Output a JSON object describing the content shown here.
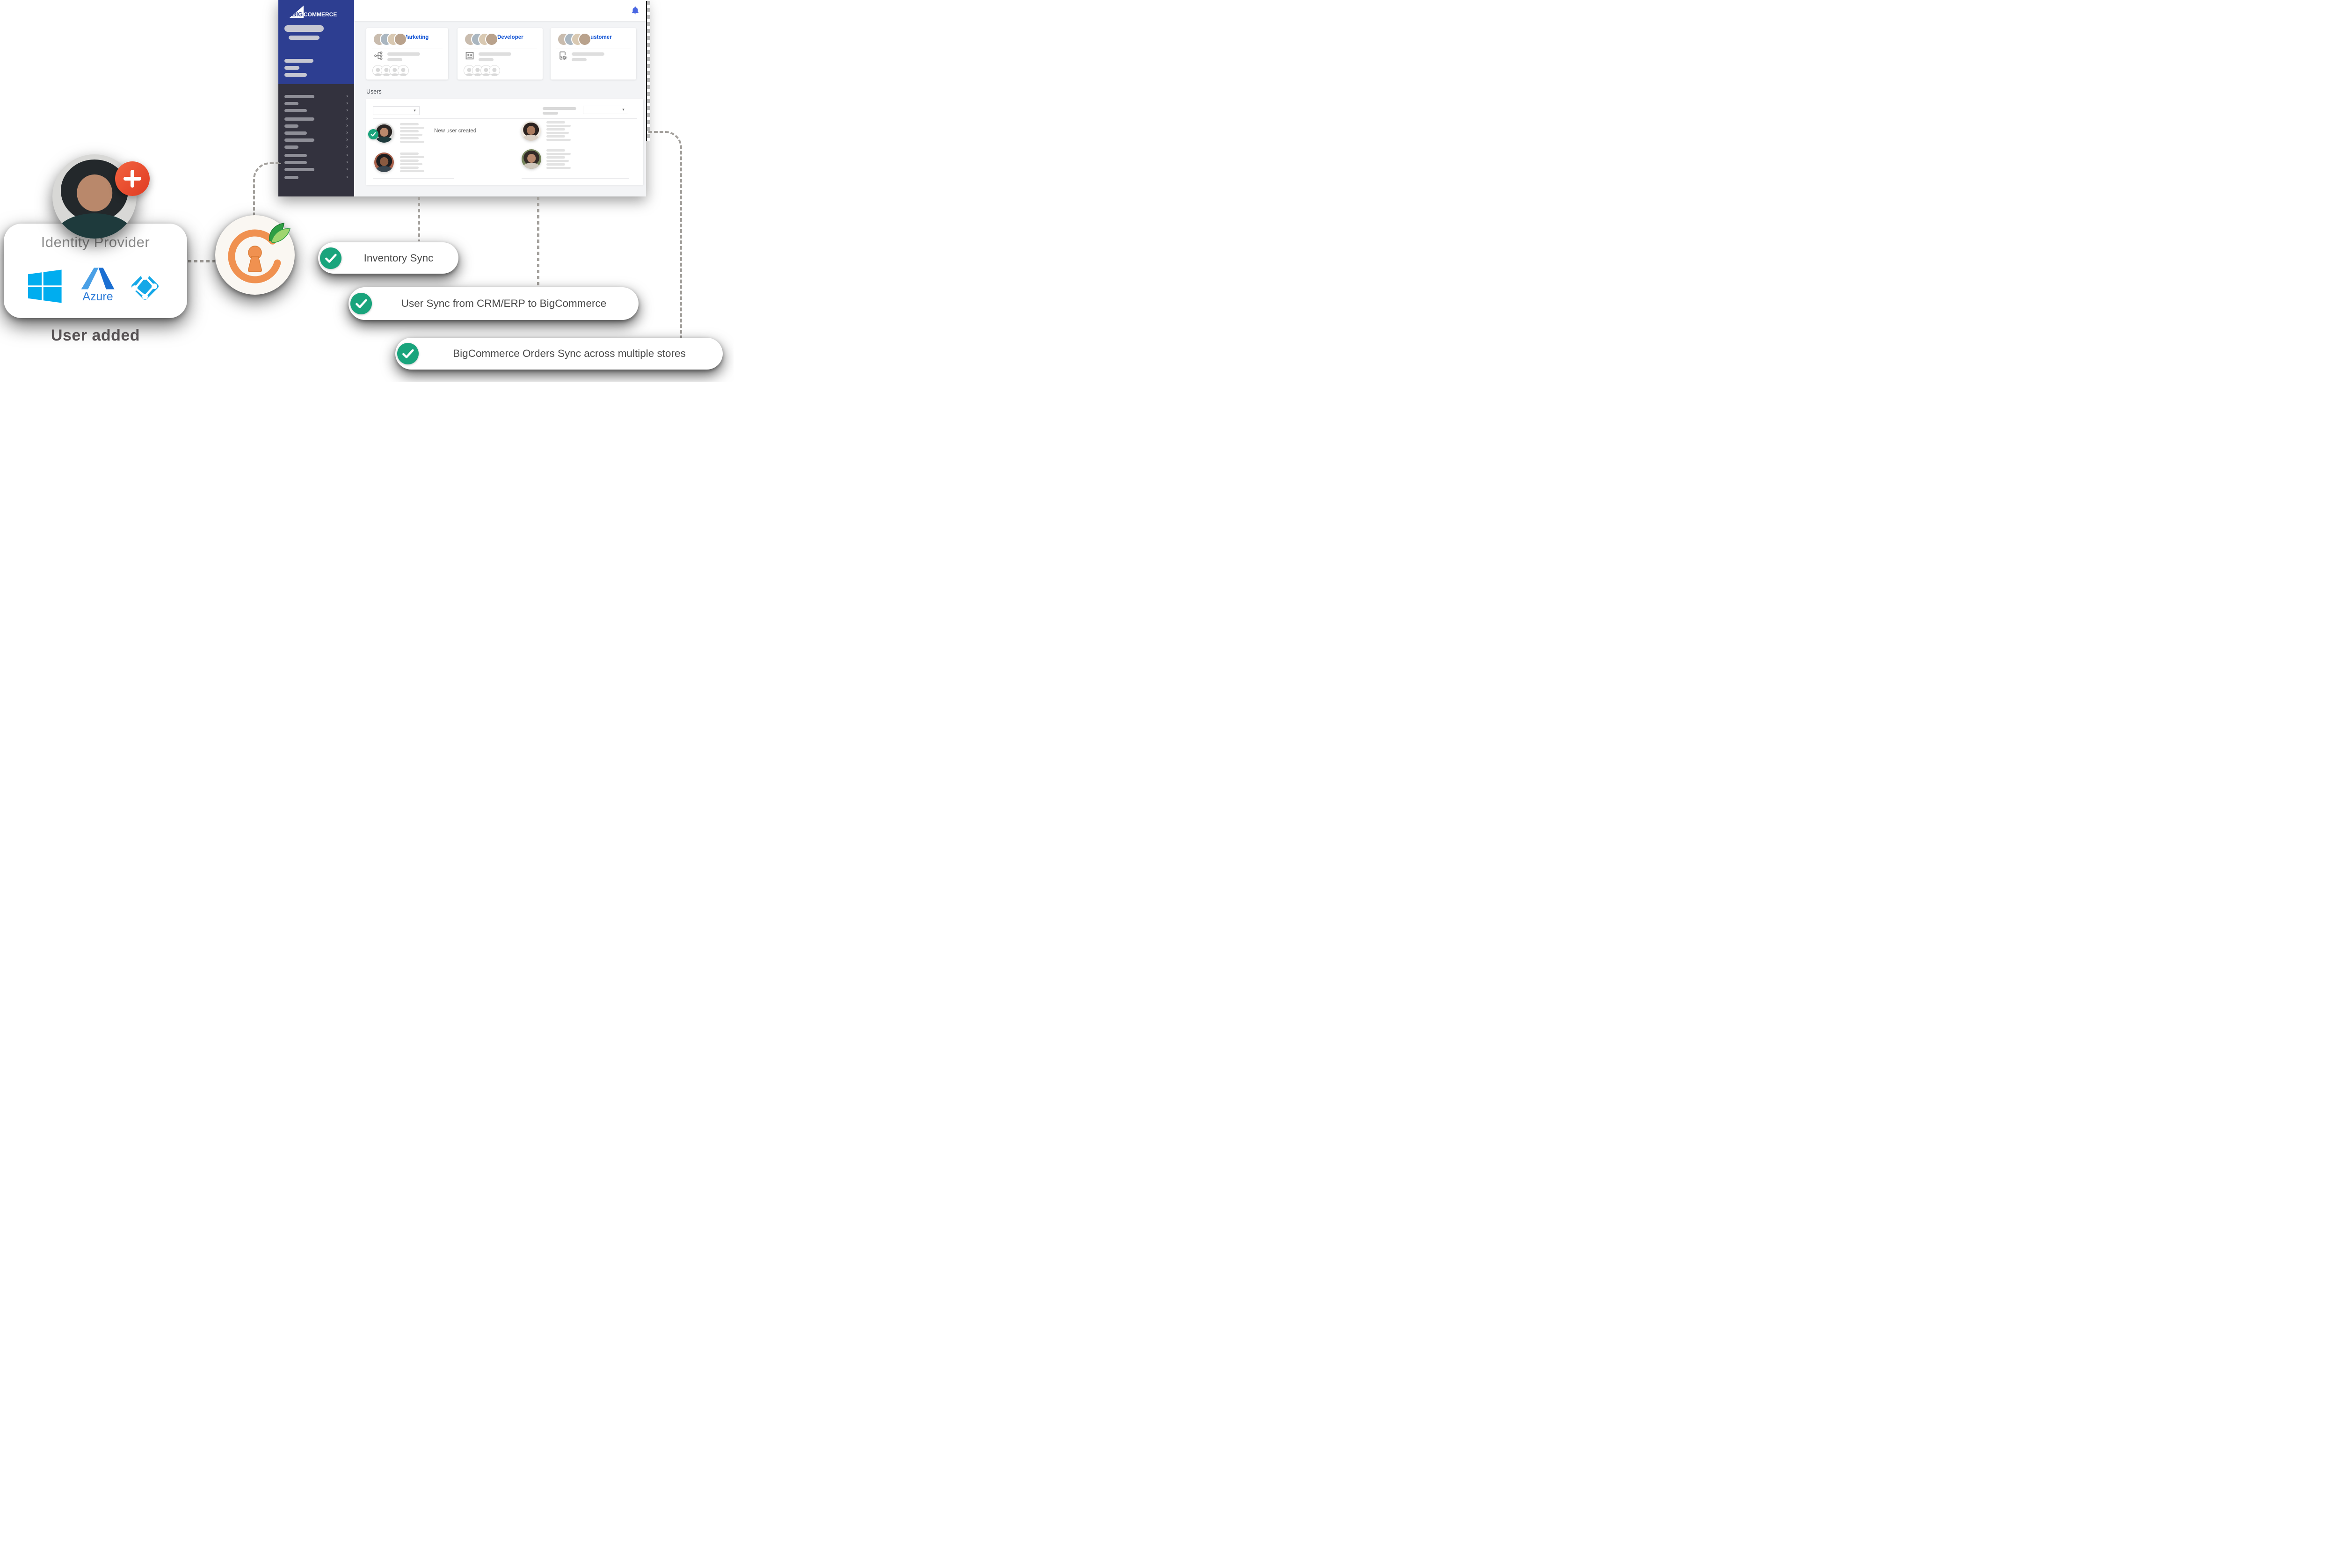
{
  "window": {
    "brand": {
      "bold": "BIG",
      "rest": "COMMERCE"
    },
    "cards": [
      {
        "title": "Marketing"
      },
      {
        "title": "Developer"
      },
      {
        "title": "Customer"
      }
    ],
    "users": {
      "heading": "Users",
      "event_label": "New user created"
    }
  },
  "identity_card": {
    "title": "Identity Provider",
    "azure_wordmark": "Azure",
    "caption": "User added"
  },
  "badges": [
    {
      "label": "Inventory Sync"
    },
    {
      "label": "User Sync from CRM/ERP to BigCommerce"
    },
    {
      "label": "BigCommerce Orders Sync across multiple stores"
    }
  ],
  "icons": {
    "caret_down": "▼",
    "chevron_right": "›"
  },
  "colors": {
    "sidebar_blue": "#2d3e91",
    "sidebar_dark": "#33323e",
    "link_blue": "#1153d4",
    "bell_blue": "#4a67e2",
    "check_green": "#19a47c",
    "ring_orange": "#f09150",
    "plus_red": "#e94b2e",
    "windows_blue": "#00adef",
    "azure_blue": "#2e7cd8",
    "aad_cyan": "#14a8e8"
  }
}
